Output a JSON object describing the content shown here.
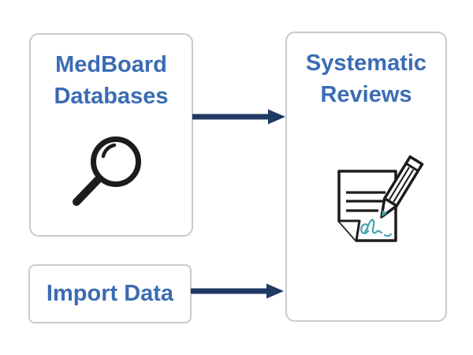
{
  "colors": {
    "accent_blue": "#3B6CB4",
    "arrow_navy": "#213A64",
    "box_border": "#C9CACB",
    "icon_black": "#1C1C1C",
    "signature_teal": "#45A5AB",
    "background": "#FFFFFF"
  },
  "nodes": {
    "medboard": {
      "line1": "MedBoard",
      "line2": "Databases",
      "icon": "magnifier-icon"
    },
    "systematic": {
      "line1": "Systematic",
      "line2": "Reviews",
      "icon": "document-pencil-icon"
    },
    "import": {
      "label": "Import Data"
    }
  },
  "connections": [
    {
      "from": "MedBoard Databases",
      "to": "Systematic Reviews"
    },
    {
      "from": "Import Data",
      "to": "Systematic Reviews"
    }
  ]
}
